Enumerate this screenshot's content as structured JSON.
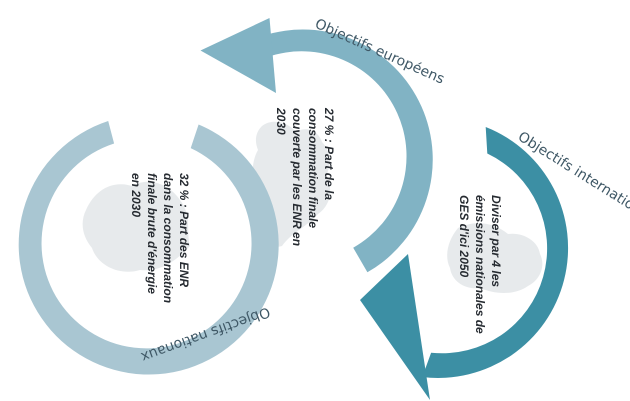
{
  "diagram": {
    "rings": [
      {
        "id": "europeens",
        "label": "Objectifs européens",
        "color": "#81b3c4",
        "text_lines": [
          "27 % : Part de la",
          "consommation finale",
          "couverte par les ENR en",
          "2030"
        ]
      },
      {
        "id": "internationaux",
        "label": "Objectifs internationaux",
        "color": "#3c8fa4",
        "text_lines": [
          "Diviser par 4 les",
          "émissions nationales de",
          "GES d'ici 2050"
        ]
      },
      {
        "id": "nationaux",
        "label": "Objectifs nationaux",
        "color": "#a9c6d2",
        "text_lines": [
          "32 % : Part des ENR",
          "dans la consommation",
          "finale brute d'énergie",
          "en 2030"
        ]
      }
    ],
    "map_color": "#dfe3e5"
  }
}
